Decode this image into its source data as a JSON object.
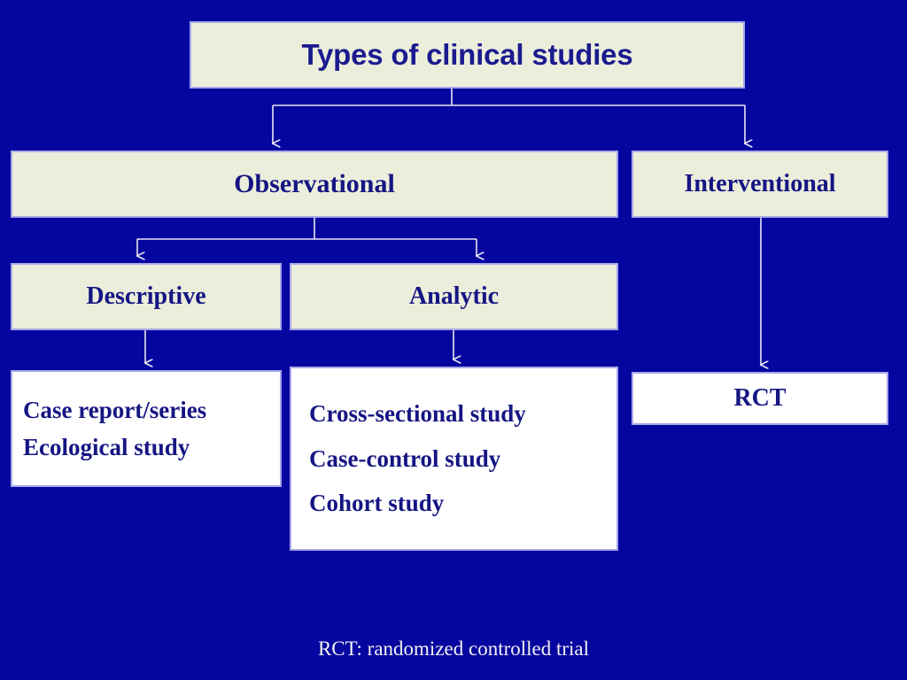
{
  "slide": {
    "background_color": "#0505A0",
    "box_fill_cream": "#ECEEDC",
    "box_fill_white": "#FFFFFF",
    "box_border_color": "#A8A8E8",
    "text_color_navy": "#151583",
    "footnote_color": "#F2F2F2"
  },
  "title": {
    "text": "Types of clinical studies"
  },
  "nodes": {
    "observational": {
      "label": "Observational"
    },
    "interventional": {
      "label": "Interventional"
    },
    "descriptive": {
      "label": "Descriptive"
    },
    "analytic": {
      "label": "Analytic"
    },
    "rct": {
      "label": "RCT"
    }
  },
  "descriptive_items": [
    {
      "label": "Case report/series"
    },
    {
      "label": "Ecological study"
    }
  ],
  "analytic_items": [
    {
      "label": "Cross-sectional study"
    },
    {
      "label": "Case-control study"
    },
    {
      "label": "Cohort study"
    }
  ],
  "footnote": {
    "text": "RCT: randomized controlled trial"
  },
  "connectors": [
    {
      "name": "title-to-observational"
    },
    {
      "name": "title-to-interventional"
    },
    {
      "name": "observational-to-descriptive"
    },
    {
      "name": "observational-to-analytic"
    },
    {
      "name": "descriptive-to-items"
    },
    {
      "name": "analytic-to-items"
    },
    {
      "name": "interventional-to-rct"
    }
  ]
}
